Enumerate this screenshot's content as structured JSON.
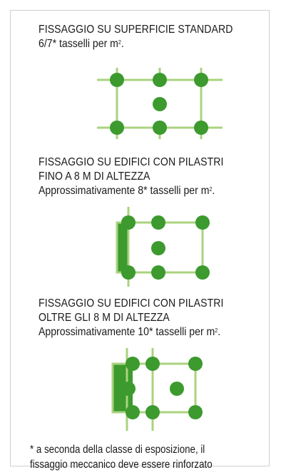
{
  "colors": {
    "dot": "#3c9a2e",
    "line": "#a9d37e",
    "border": "#cfcfcf"
  },
  "sections": [
    {
      "title_lines": [
        "FISSAGGIO SU SUPERFICIE STANDARD"
      ],
      "desc_text": "6/7* tasselli per m",
      "desc_sup": "2",
      "desc_suffix": "."
    },
    {
      "title_lines": [
        "FISSAGGIO SU EDIFICI CON PILASTRI",
        "FINO A 8 M DI ALTEZZA"
      ],
      "desc_text": "Approssimativamente 8* tasselli per m",
      "desc_sup": "2",
      "desc_suffix": "."
    },
    {
      "title_lines": [
        "FISSAGGIO SU EDIFICI CON PILASTRI",
        "OLTRE GLI 8 M DI ALTEZZA"
      ],
      "desc_text": "Approssimativamente 10* tasselli per m",
      "desc_sup": "2",
      "desc_suffix": "."
    }
  ],
  "footnote": {
    "line1": "* a seconda della classe di esposizione, il",
    "line2": "fissaggio meccanico deve essere rinforzato"
  }
}
